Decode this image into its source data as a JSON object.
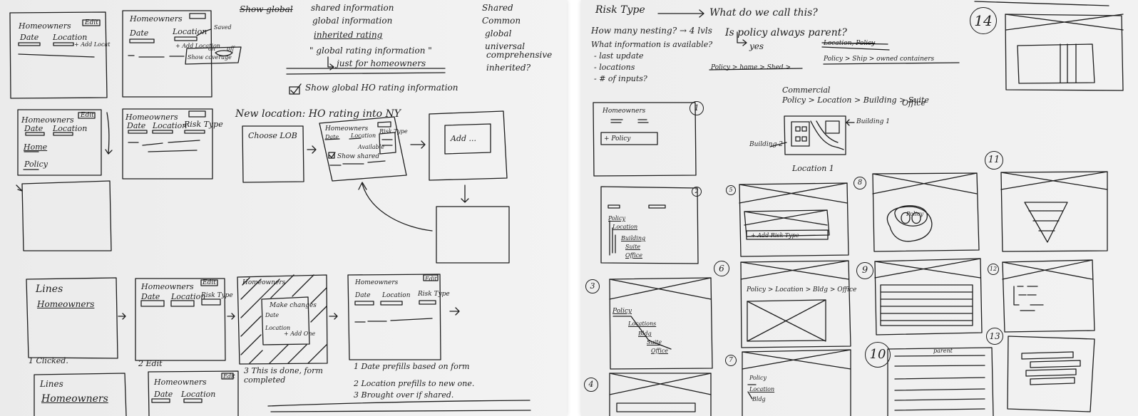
{
  "left_sheet": {
    "top_notes": {
      "struck": "Show global",
      "shared_info": "shared information",
      "global_info": "global information",
      "inherited_rating": "inherited rating",
      "global_rating_quote": "\" global rating information \"",
      "just_for_homeowners": "just for homeowners",
      "show_global_checkbox": "Show global HO rating information",
      "word_list": [
        "Shared",
        "Common",
        "global",
        "universal",
        "comprehensive",
        "inherited?"
      ]
    },
    "frame_a": {
      "title": "Homeowners",
      "edit": "Edit",
      "date": "Date",
      "location": "Location",
      "add_location": "+ Add Locat"
    },
    "frame_b": {
      "title": "Homeowners",
      "date": "Date",
      "location": "Location",
      "saved": "Saved",
      "add_location": "+ Add Location",
      "show_coverage": "Show coverage",
      "on": "on",
      "off": "off"
    },
    "frame_c": {
      "title": "Homeowners",
      "edit": "Edit",
      "date": "Date",
      "location": "Location",
      "home": "Home",
      "policy": "Policy"
    },
    "frame_d": {
      "title": "Homeowners",
      "date": "Date",
      "location": "Location",
      "risk_type": "Risk Type"
    },
    "flow_title": "New location: HO rating into NY",
    "flow_choose": "Choose LOB",
    "flow_form": {
      "title": "Homeowners",
      "date": "Date",
      "location": "Location",
      "risk_type": "Risk Type",
      "show_shared": "Show shared",
      "available": "Available"
    },
    "flow_add": "Add ...",
    "bottom_row": [
      {
        "lines": "Lines",
        "item": "Homeowners",
        "caption": "1 Clicked."
      },
      {
        "title": "Homeowners",
        "edit": "Edit",
        "date": "Date",
        "location": "Location",
        "risk_type": "Risk Type",
        "caption": "2 Edit"
      },
      {
        "title": "Homeowners",
        "modal_title": "Make changes",
        "date": "Date",
        "location": "Location",
        "add_one": "+ Add One",
        "caption": "3 This is done, form completed"
      },
      {
        "title": "Homeowners",
        "edit": "Edit",
        "date": "Date",
        "location": "Location",
        "risk_type": "Risk Type",
        "captions": [
          "1 Date prefills based on form",
          "2 Location prefills to new one.",
          "3 Brought over if shared."
        ]
      }
    ],
    "very_bottom": {
      "lines": "Lines",
      "item": "Homeowners",
      "title": "Homeowners",
      "date": "Date",
      "location": "Location",
      "edit": "Edit"
    }
  },
  "right_sheet": {
    "risk_type": "Risk Type",
    "what_call": "What do we call this?",
    "how_many": "How many nesting? → 4 lvls",
    "what_info": "What information is available?",
    "info_items": [
      "- last update",
      "- locations",
      "- # of inputs?"
    ],
    "is_policy": "Is policy always parent?",
    "yes": "yes",
    "breadcrumb_struck": "Policy > home > Shed >",
    "struck_policy": "Location, Policy",
    "ship_path": "Policy > Ship > owned containers",
    "commercial": "Commercial",
    "commercial_path": "Policy > Location > Building > Suite",
    "office": "Office",
    "building_1": "Building 1",
    "building_2": "Building 2",
    "location_1": "Location 1",
    "sketch_1": {
      "title": "Homeowners",
      "add_policy": "+ Policy"
    },
    "sketch_2": {
      "tree": [
        "Policy",
        "Location",
        "Building",
        "Suite",
        "Office"
      ]
    },
    "sketch_3": {
      "tree": [
        "Policy",
        "Locations",
        "Bldg",
        "Suite",
        "Office"
      ]
    },
    "sketch_5": {
      "add_risk": "+ Add Risk Type"
    },
    "sketch_6": {
      "path": "Policy > Location > Bldg > Office"
    },
    "sketch_7": {
      "label": "Policy"
    },
    "sketch_8": {
      "tree": [
        "Policy",
        "Location",
        "Bldg"
      ]
    },
    "sketch_10": {
      "label": "parent"
    },
    "numbers": [
      "14",
      "1",
      "2",
      "3",
      "4",
      "5",
      "6",
      "7",
      "8",
      "9",
      "10",
      "11",
      "12",
      "13"
    ]
  }
}
